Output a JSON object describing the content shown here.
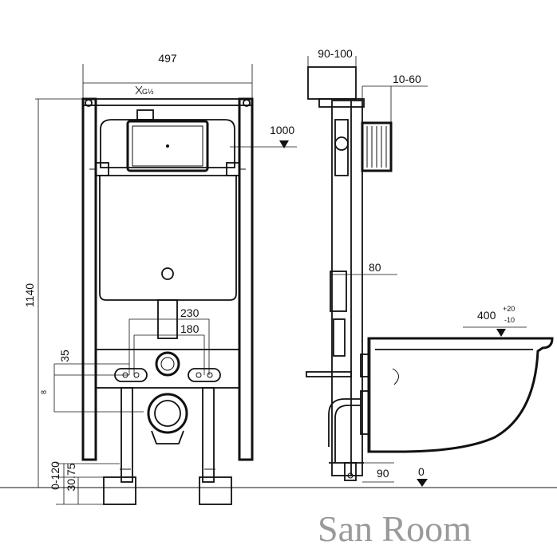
{
  "dimensions": {
    "frame_width": "497",
    "wall_gap": "90-100",
    "plate_depth": "10-60",
    "flush_height": "1000",
    "total_height": "1140",
    "side_depth": "80",
    "outer_spacing": "230",
    "inner_spacing": "180",
    "stud_offset": "35",
    "bowl_height": "400",
    "bowl_tol_plus": "+20",
    "bowl_tol_minus": "-10",
    "foot_adjust": "0-120",
    "foot_base": "30.75",
    "bottom_offset": "90",
    "floor_level": "0"
  },
  "watermark": "San Room",
  "symbol": "G½"
}
